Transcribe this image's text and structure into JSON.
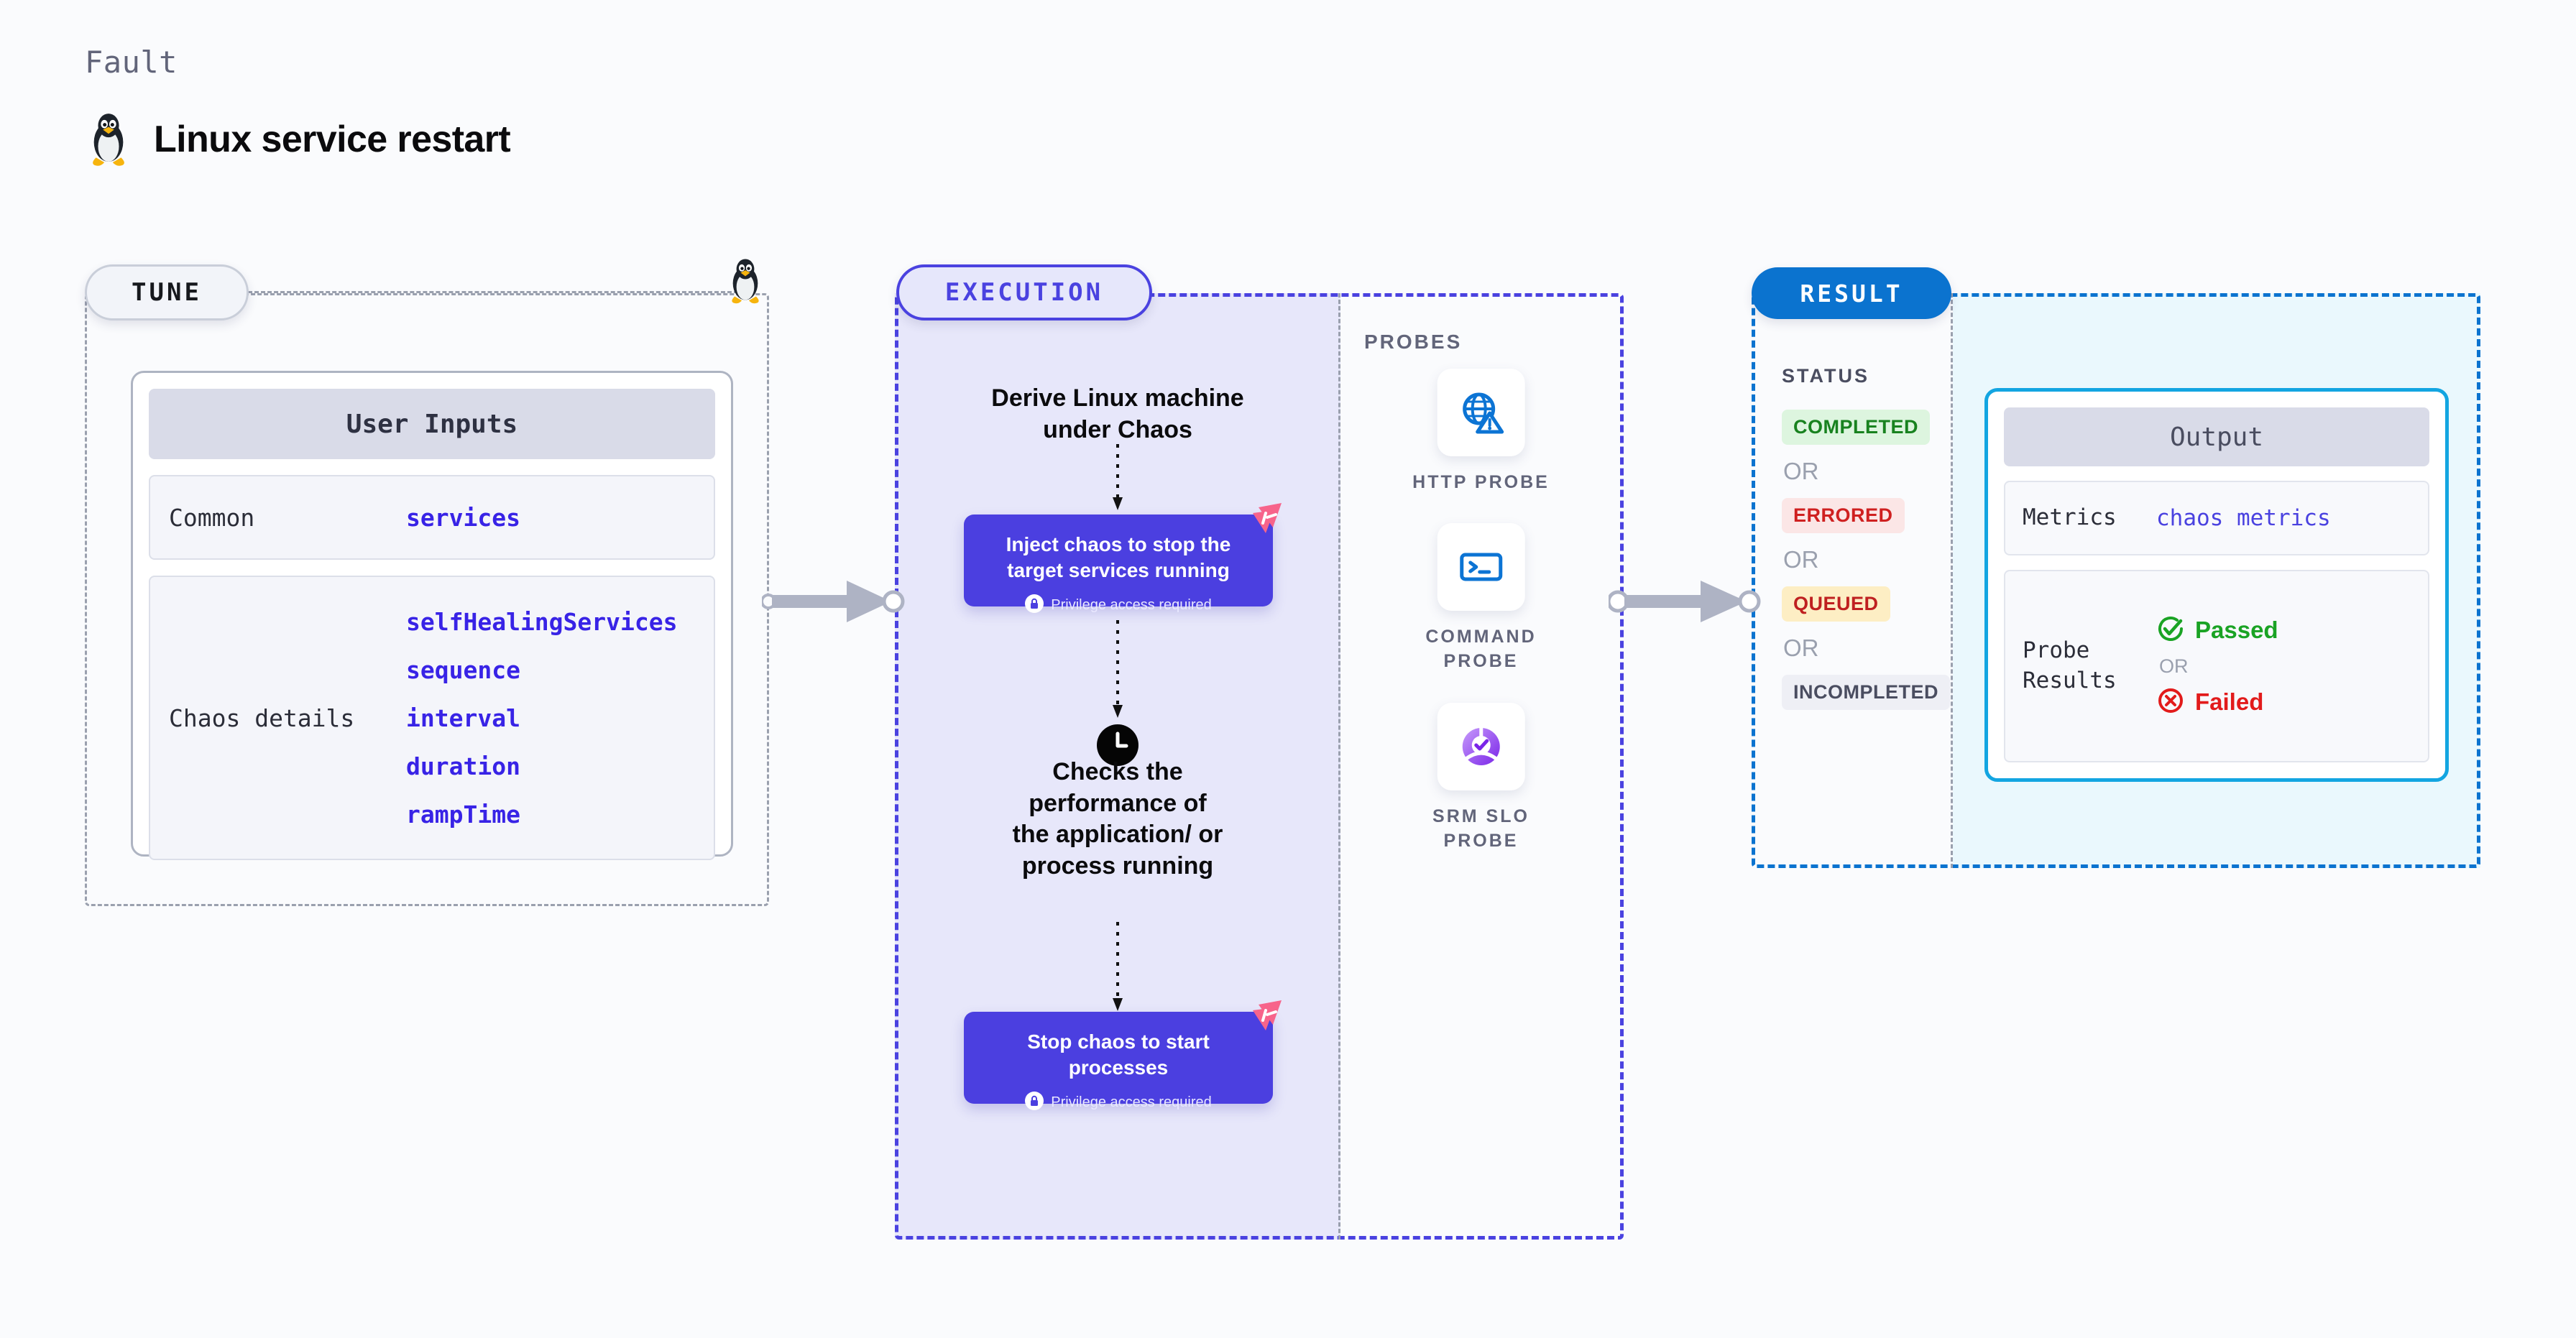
{
  "header": {
    "eyebrow": "Fault",
    "title": "Linux service restart",
    "icon": "linux-tux-penguin"
  },
  "tune": {
    "pill_label": "TUNE",
    "mascot_icon": "linux-tux-penguin",
    "card": {
      "title": "User Inputs",
      "rows": [
        {
          "label": "Common",
          "values": [
            "services"
          ]
        },
        {
          "label": "Chaos details",
          "values": [
            "selfHealingServices",
            "sequence",
            "interval",
            "duration",
            "rampTime"
          ]
        }
      ]
    }
  },
  "execution": {
    "pill_label": "EXECUTION",
    "steps": [
      {
        "type": "text",
        "label": "Derive Linux machine\nunder Chaos"
      },
      {
        "type": "block",
        "label": "Inject chaos to stop the target services running",
        "note": "Privilege access required",
        "note_icon": "lock-icon",
        "badge_icon": "harness-logo-icon"
      },
      {
        "type": "text",
        "icon": "clock-icon",
        "label": "Checks the\nperformance of\nthe application/ or\nprocess running"
      },
      {
        "type": "block",
        "label": "Stop chaos to start processes",
        "note": "Privilege access required",
        "note_icon": "lock-icon",
        "badge_icon": "harness-logo-icon"
      }
    ]
  },
  "probes": {
    "section_label": "PROBES",
    "items": [
      {
        "name": "HTTP PROBE",
        "icon": "globe-warning-icon"
      },
      {
        "name": "COMMAND PROBE",
        "icon": "terminal-prompt-icon"
      },
      {
        "name": "SRM SLO PROBE",
        "icon": "slo-donut-check-icon"
      }
    ]
  },
  "result": {
    "pill_label": "RESULT",
    "status_label": "STATUS",
    "or_label": "OR",
    "statuses": [
      {
        "label": "COMPLETED",
        "bg": "#ddf5df",
        "fg": "#18821f"
      },
      {
        "label": "ERRORED",
        "bg": "#fbe6e6",
        "fg": "#cf2020"
      },
      {
        "label": "QUEUED",
        "bg": "#fdeec4",
        "fg": "#bf2020"
      },
      {
        "label": "INCOMPLETED",
        "bg": "#eeeff5",
        "fg": "#4a4d60"
      }
    ],
    "output": {
      "title": "Output",
      "metrics_label": "Metrics",
      "metrics_value": "chaos metrics",
      "probe_results_label": "Probe\nResults",
      "passed_label": "Passed",
      "failed_label": "Failed",
      "or_label": "OR",
      "passed_icon": "check-circle-icon",
      "failed_icon": "x-circle-icon"
    }
  },
  "colors": {
    "accent_purple": "#4a42e0",
    "accent_blue": "#0b73cf",
    "output_border": "#13a5e1",
    "chaos_block": "#4b3fe0",
    "harness_pink": "#f7648b",
    "passed_green": "#1aa324",
    "failed_red": "#e21b1b"
  },
  "connectors": {
    "arrow1": "tune-to-execution-arrow",
    "arrow2": "execution-to-result-arrow"
  }
}
